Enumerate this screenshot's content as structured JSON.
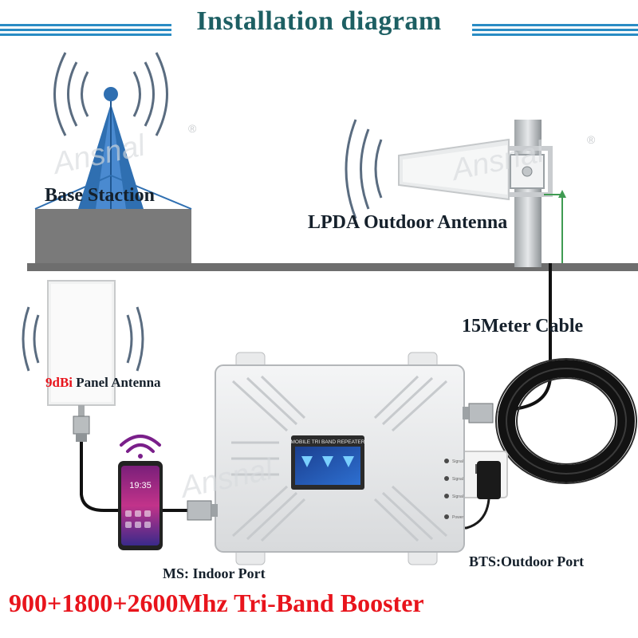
{
  "title": "Installation diagram",
  "labels": {
    "base_station": "Base Staction",
    "outdoor_antenna": "LPDA Outdoor Antenna",
    "cable": "15Meter Cable",
    "panel_gain": "9dBi",
    "panel_antenna": "Panel Antenna",
    "indoor_port": "MS: Indoor Port",
    "outdoor_port": "BTS:Outdoor Port",
    "product": "900+1800+2600Mhz Tri-Band Booster"
  },
  "device": {
    "screen_title": "MOBILE TRI BAND REPEATER",
    "phone_time": "19:35",
    "indicators": [
      "Signal",
      "Signal",
      "Signal",
      "Power"
    ]
  },
  "watermark": "Ansnal",
  "colors": {
    "title": "#1d5f63",
    "title_bar": "#2a8cc4",
    "highlight_red": "#e8141c",
    "product_text": "#e8141c",
    "wall": "#7a7a7a",
    "cable": "#111111"
  }
}
